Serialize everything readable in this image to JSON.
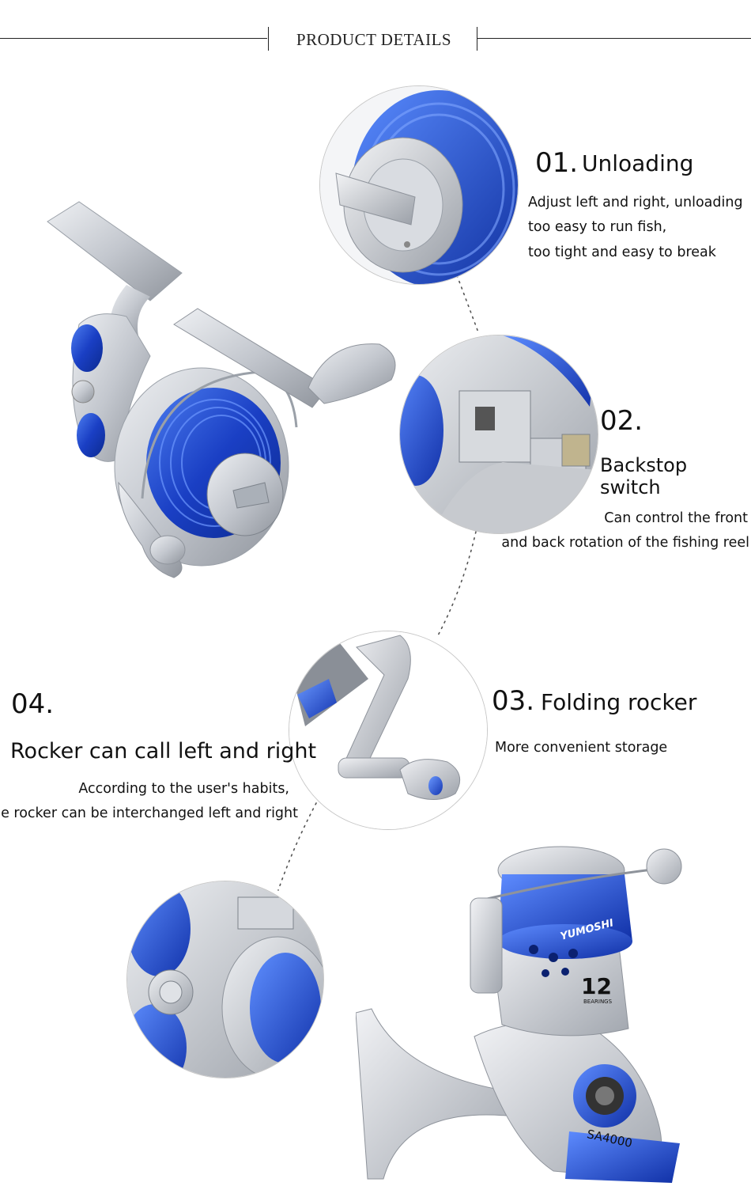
{
  "header": {
    "title": "PRODUCT DETAILS"
  },
  "features": [
    {
      "number": "01.",
      "title": "Unloading",
      "lines": [
        "Adjust left and right, unloading",
        "too easy to run fish,",
        "too tight and easy to break"
      ]
    },
    {
      "number": "02.",
      "title": "Backstop switch",
      "lines": [
        "Can control the front",
        "and back rotation of the fishing reel"
      ]
    },
    {
      "number": "03.",
      "title": "Folding rocker",
      "lines": [
        "More convenient storage"
      ]
    },
    {
      "number": "04.",
      "title": "Rocker can call left and right",
      "lines": [
        "According to the user's habits,",
        "the rocker can be interchanged left and right"
      ]
    }
  ],
  "product_labels": {
    "spool_brand": "YUMOSHI",
    "bearings": "12",
    "bearings_label": "BEARINGS",
    "model": "SA4000"
  },
  "colors": {
    "accent_blue": "#1f4fd8",
    "silver": "#c9ccd2",
    "line": "#222222",
    "circle_border": "#c8c8c8"
  }
}
